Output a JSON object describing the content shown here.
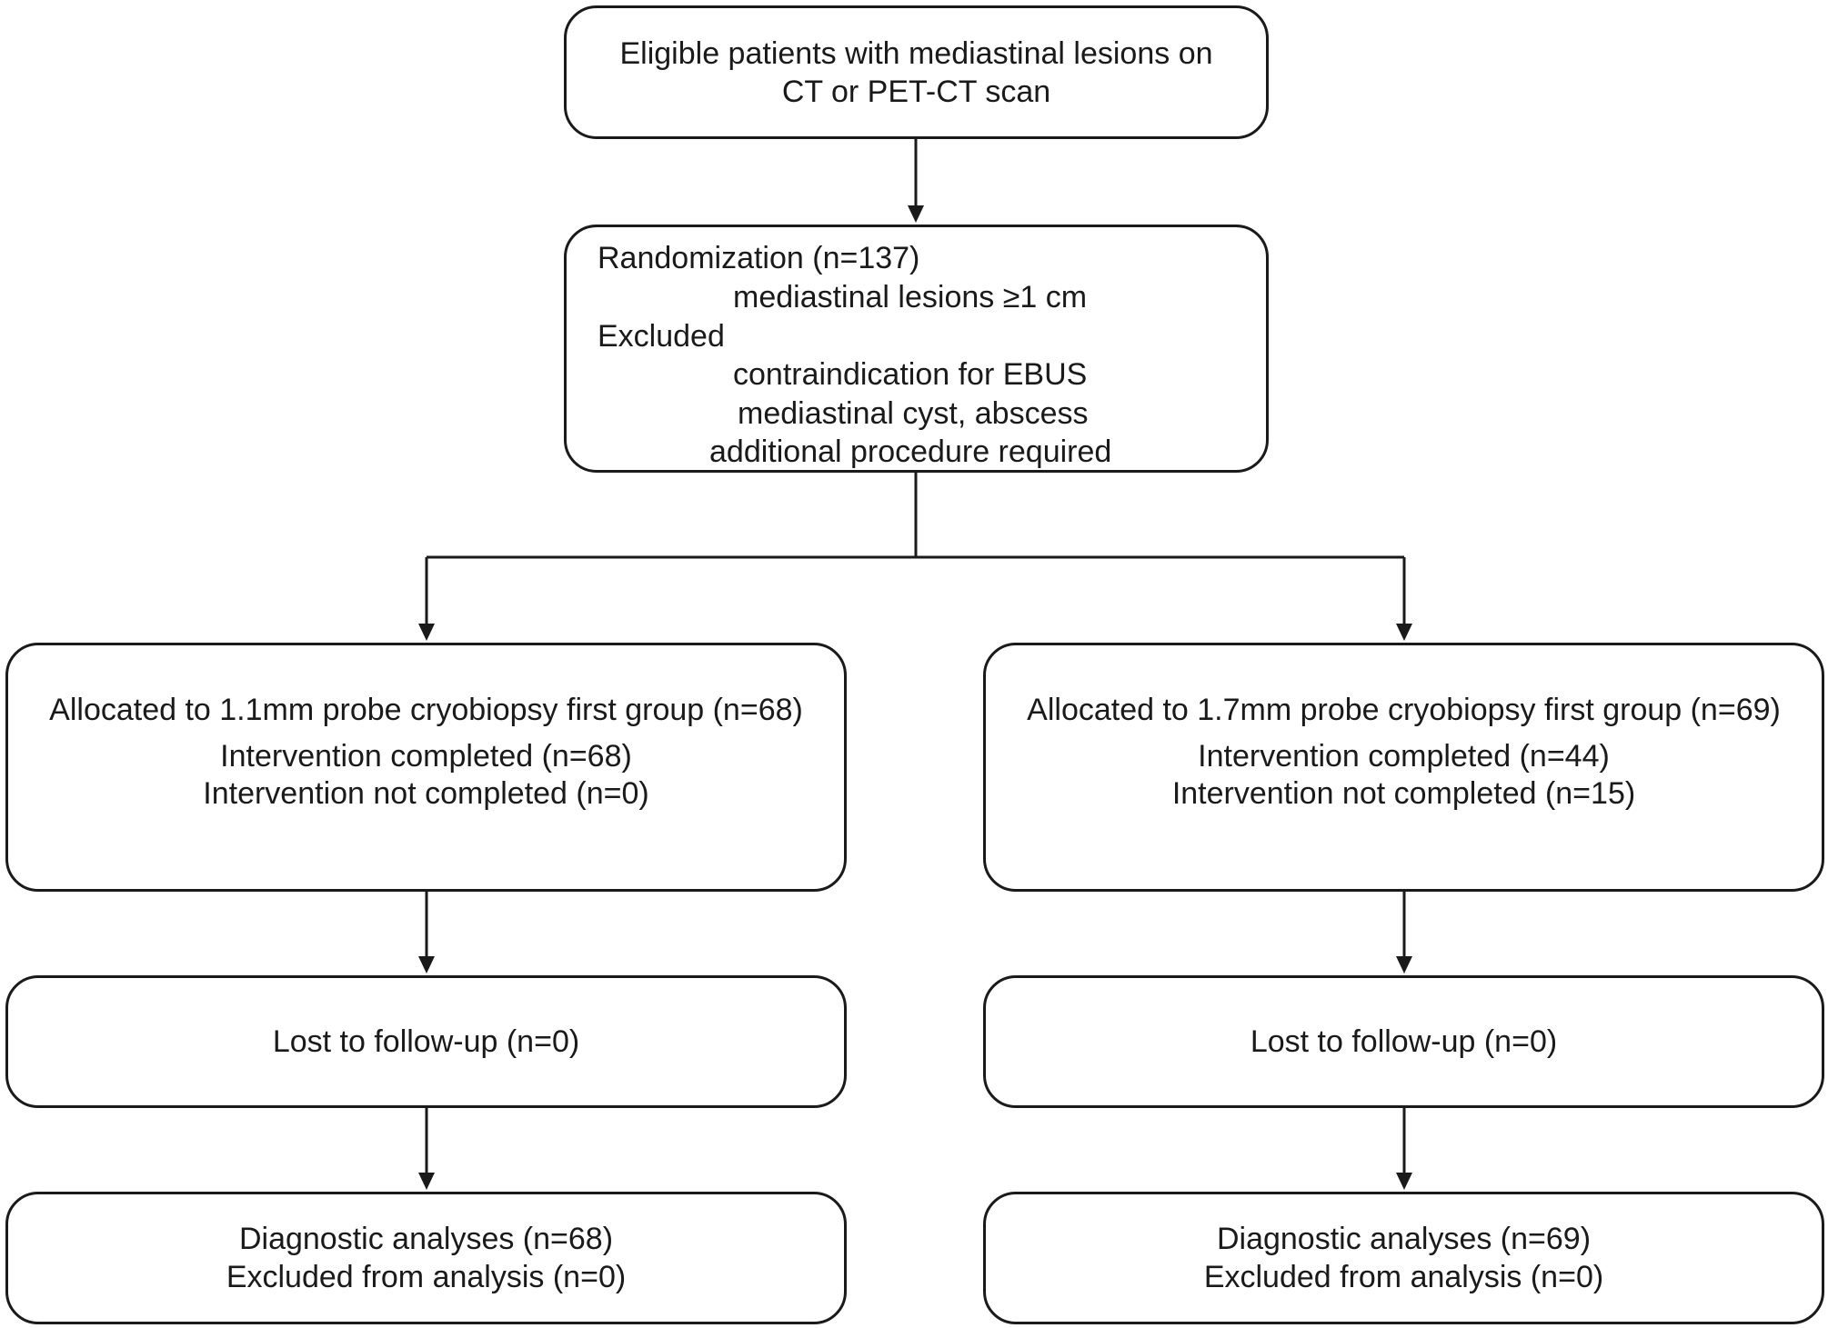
{
  "enrollment": {
    "line1": "Eligible patients with mediastinal lesions on",
    "line2": "CT or PET-CT scan"
  },
  "randomization": {
    "title": "Randomization (n=137)",
    "criterion": "mediastinal lesions ≥1 cm",
    "excluded_label": "Excluded",
    "exclusions": [
      "contraindication for EBUS",
      "mediastinal cyst, abscess",
      "additional procedure required"
    ]
  },
  "arms": [
    {
      "allocation": "Allocated to 1.1mm probe cryobiopsy first group (n=68)",
      "completed": "Intervention completed (n=68)",
      "not_completed": "Intervention not completed (n=0)",
      "follow_up": "Lost to follow-up (n=0)",
      "analysis": "Diagnostic analyses (n=68)",
      "excluded_analysis": "Excluded from analysis (n=0)"
    },
    {
      "allocation": "Allocated to 1.7mm probe cryobiopsy first group (n=69)",
      "completed": "Intervention completed (n=44)",
      "not_completed": "Intervention not completed (n=15)",
      "follow_up": "Lost to follow-up (n=0)",
      "analysis": "Diagnostic analyses (n=69)",
      "excluded_analysis": "Excluded from analysis (n=0)"
    }
  ]
}
